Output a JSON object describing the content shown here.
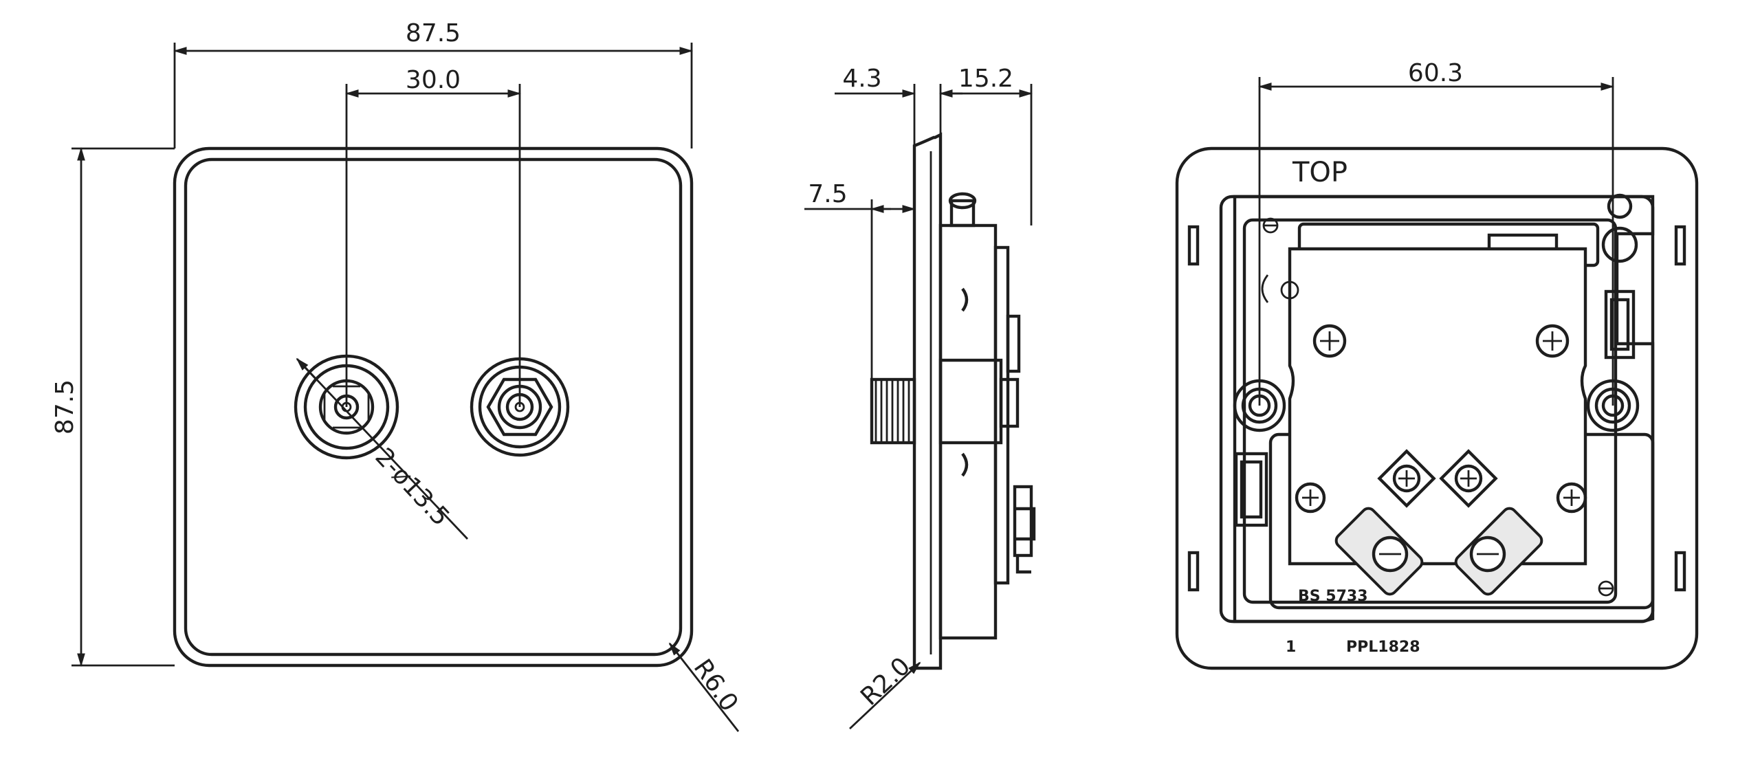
{
  "front_view": {
    "width_dim": "87.5",
    "height_dim": "87.5",
    "spacing_dim": "30.0",
    "hole_dim": "2-ø13.5",
    "radius_dim": "R6.0"
  },
  "side_view": {
    "plate_thickness_dim": "4.3",
    "depth_dim": "15.2",
    "connector_dim": "7.5",
    "edge_radius_dim": "R2.0"
  },
  "rear_view": {
    "centers_dim": "60.3",
    "top_mark": "TOP",
    "standard_mark": "BS 5733",
    "part_index": "1",
    "part_code": "PPL1828"
  }
}
